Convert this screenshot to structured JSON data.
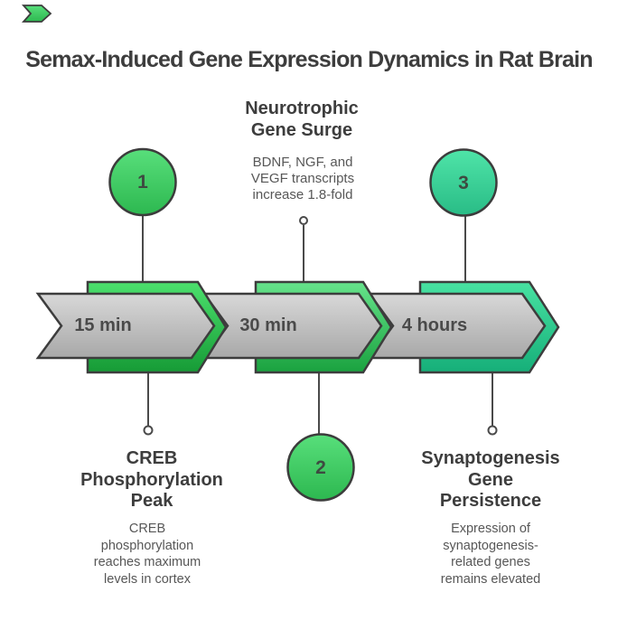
{
  "title": "Semax-Induced Gene Expression Dynamics in Rat Brain",
  "decorations": {
    "top_left_mark_icon": "green-chevron-icon"
  },
  "timeline": {
    "steps": [
      {
        "number": "1",
        "time_label": "15 min",
        "heading": "CREB\nPhosphorylation\nPeak",
        "description": "CREB\nphosphorylation\nreaches maximum\nlevels in cortex",
        "text_position": "below",
        "marker_position": "above"
      },
      {
        "number": "2",
        "time_label": "30 min",
        "heading": "Neurotrophic\nGene Surge",
        "description": "BDNF, NGF, and\nVEGF transcripts\nincrease 1.8-fold",
        "text_position": "above",
        "marker_position": "below"
      },
      {
        "number": "3",
        "time_label": "4 hours",
        "heading": "Synaptogenesis\nGene\nPersistence",
        "description": "Expression of\nsynaptogenesis-\nrelated genes\nremains elevated",
        "text_position": "below",
        "marker_position": "above"
      }
    ]
  },
  "colors": {
    "background": "#ffffff",
    "outline": "#3d3d3d",
    "heading_text": "#3d3d3d",
    "body_text": "#575757",
    "time_label_text": "#4a4a4a",
    "arrow_gray_top": "#d8d8d8",
    "arrow_gray_bottom": "#a8a8a8",
    "arrow1_green_top": "#4ce06d",
    "arrow1_green_bottom": "#169b36",
    "arrow2_green_top": "#66e38b",
    "arrow2_green_bottom": "#1aa23f",
    "arrow3_teal_top": "#48e2a2",
    "arrow3_teal_bottom": "#16af79",
    "circle_green_top": "#58df7b",
    "circle_green_bottom": "#2db850",
    "circle_teal_top": "#4fe4a8",
    "circle_teal_bottom": "#29bc86",
    "connector_line": "#4a4a4a"
  }
}
